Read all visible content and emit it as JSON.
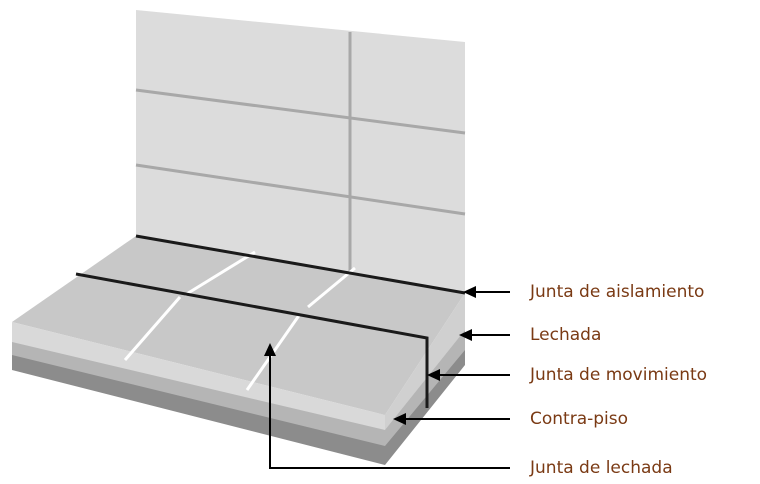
{
  "labels": {
    "isolation_joint": "Junta de aislamiento",
    "grout": "Lechada",
    "movement_joint": "Junta de movimiento",
    "subfloor": "Contra-piso",
    "grout_joint": "Junta de lechada"
  },
  "colors": {
    "label_text": "#7a3a14",
    "wall_tile": "#dcdcdc",
    "wall_joint": "#a8a8a8",
    "floor_tile": "#c8c8c8",
    "floor_tile_front": "#d9d9d9",
    "grout_layer": "#b5b5b5",
    "subfloor_layer": "#8c8c8c",
    "joint_dark": "#1a1a1a",
    "arrow": "#000000"
  }
}
